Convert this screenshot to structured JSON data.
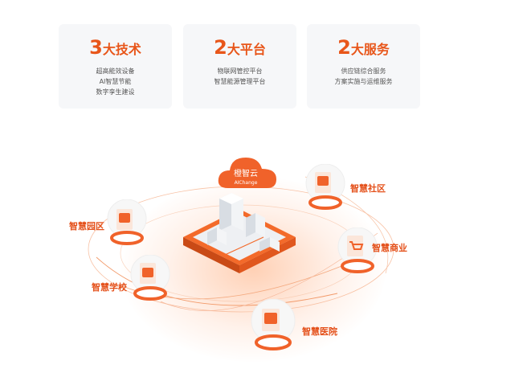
{
  "cards": [
    {
      "num": "3",
      "label": "大技术",
      "lines": [
        "超高能效设备",
        "AI智慧节能",
        "数字孪生建设"
      ]
    },
    {
      "num": "2",
      "label": "大平台",
      "lines": [
        "物联网管控平台",
        "智慧能源管理平台"
      ]
    },
    {
      "num": "2",
      "label": "大服务",
      "lines": [
        "供应链综合服务",
        "方案实施与运维服务"
      ]
    }
  ],
  "cloud": {
    "brand": "橙智云",
    "sub": "AIChange"
  },
  "scenes": {
    "park": "智慧园区",
    "community": "智慧社区",
    "commerce": "智慧商业",
    "school": "智慧学校",
    "hospital": "智慧医院"
  },
  "colors": {
    "accent": "#e8561a",
    "card_bg": "#f6f7f9"
  }
}
